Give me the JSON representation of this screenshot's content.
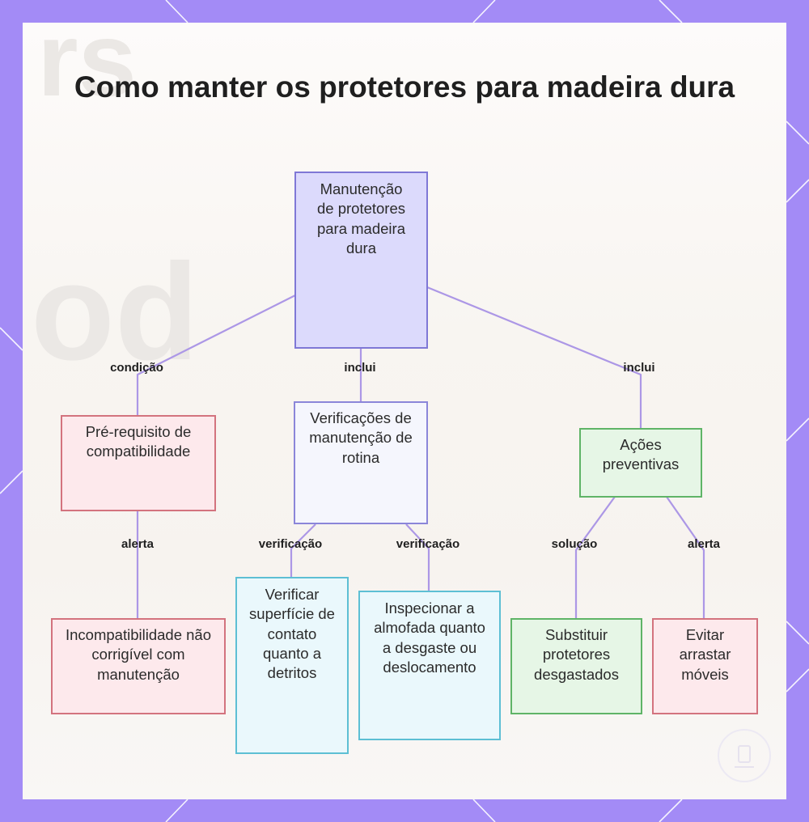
{
  "title": "Como manter os protetores para madeira dura",
  "nodes": {
    "root": "Manutenção de protetores para madeira dura",
    "prerequisite": "Pré-requisito de compatibilidade",
    "routine": "Verificações de manutenção de rotina",
    "preventive": "Ações preventivas",
    "incompatibility": "Incompatibilidade não corrigível com manutenção",
    "check_surface": "Verificar superfície de contato quanto a detritos",
    "inspect_pad": "Inspecionar a almofada quanto a desgaste ou deslocamento",
    "replace": "Substituir protetores desgastados",
    "avoid_drag": "Evitar arrastar móveis"
  },
  "edges": {
    "root_to_prerequisite": "condição",
    "root_to_routine": "inclui",
    "root_to_preventive": "inclui",
    "prerequisite_to_incompatibility": "alerta",
    "routine_to_check_surface": "verificação",
    "routine_to_inspect_pad": "verificação",
    "preventive_to_replace": "solução",
    "preventive_to_avoid_drag": "alerta"
  },
  "colors": {
    "frame": "#a38bf6",
    "edge": "#ac97e6",
    "root_fill": "#dcdafc",
    "red_fill": "#fde9ec",
    "cyan_fill": "#eaf8fc",
    "green_fill": "#e6f6e6"
  }
}
